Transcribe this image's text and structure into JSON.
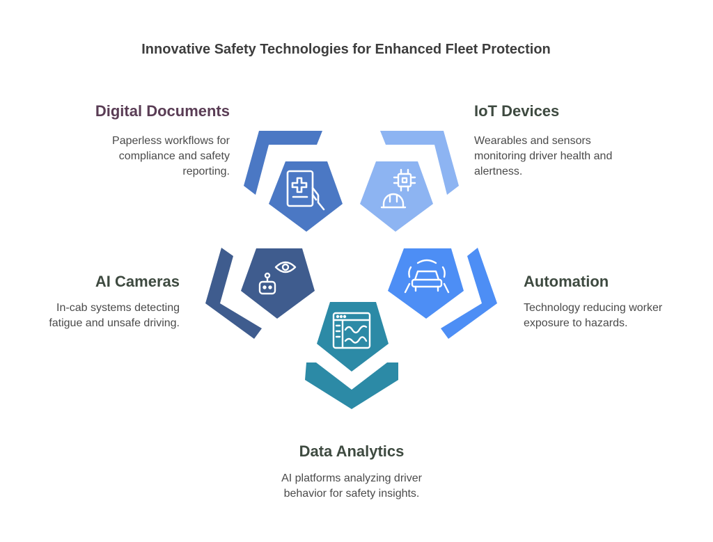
{
  "title": "Innovative Safety Technologies for Enhanced Fleet Protection",
  "colors": {
    "digital_documents": "#4b78c4",
    "iot_devices": "#8db4f2",
    "ai_cameras": "#3f5c8e",
    "automation": "#4d8ef5",
    "data_analytics": "#2c8aa6",
    "label_dark": "#3e4a40",
    "label_purple": "#5a3d55"
  },
  "items": {
    "digital_documents": {
      "label": "Digital Documents",
      "desc": [
        "Paperless workflows for",
        "compliance and safety",
        "reporting."
      ],
      "icon": "tablet-medical-icon"
    },
    "iot_devices": {
      "label": "IoT Devices",
      "desc": [
        "Wearables and sensors",
        "monitoring driver health and",
        "alertness."
      ],
      "icon": "chip-helmet-icon"
    },
    "ai_cameras": {
      "label": "AI Cameras",
      "desc": [
        "In-cab systems detecting",
        "fatigue and unsafe driving."
      ],
      "icon": "robot-eye-icon"
    },
    "automation": {
      "label": "Automation",
      "desc": [
        "Technology reducing worker",
        "exposure to hazards."
      ],
      "icon": "autonomous-car-icon"
    },
    "data_analytics": {
      "label": "Data Analytics",
      "desc": [
        "AI platforms analyzing driver",
        "behavior for safety insights."
      ],
      "icon": "dashboard-chart-icon"
    }
  }
}
